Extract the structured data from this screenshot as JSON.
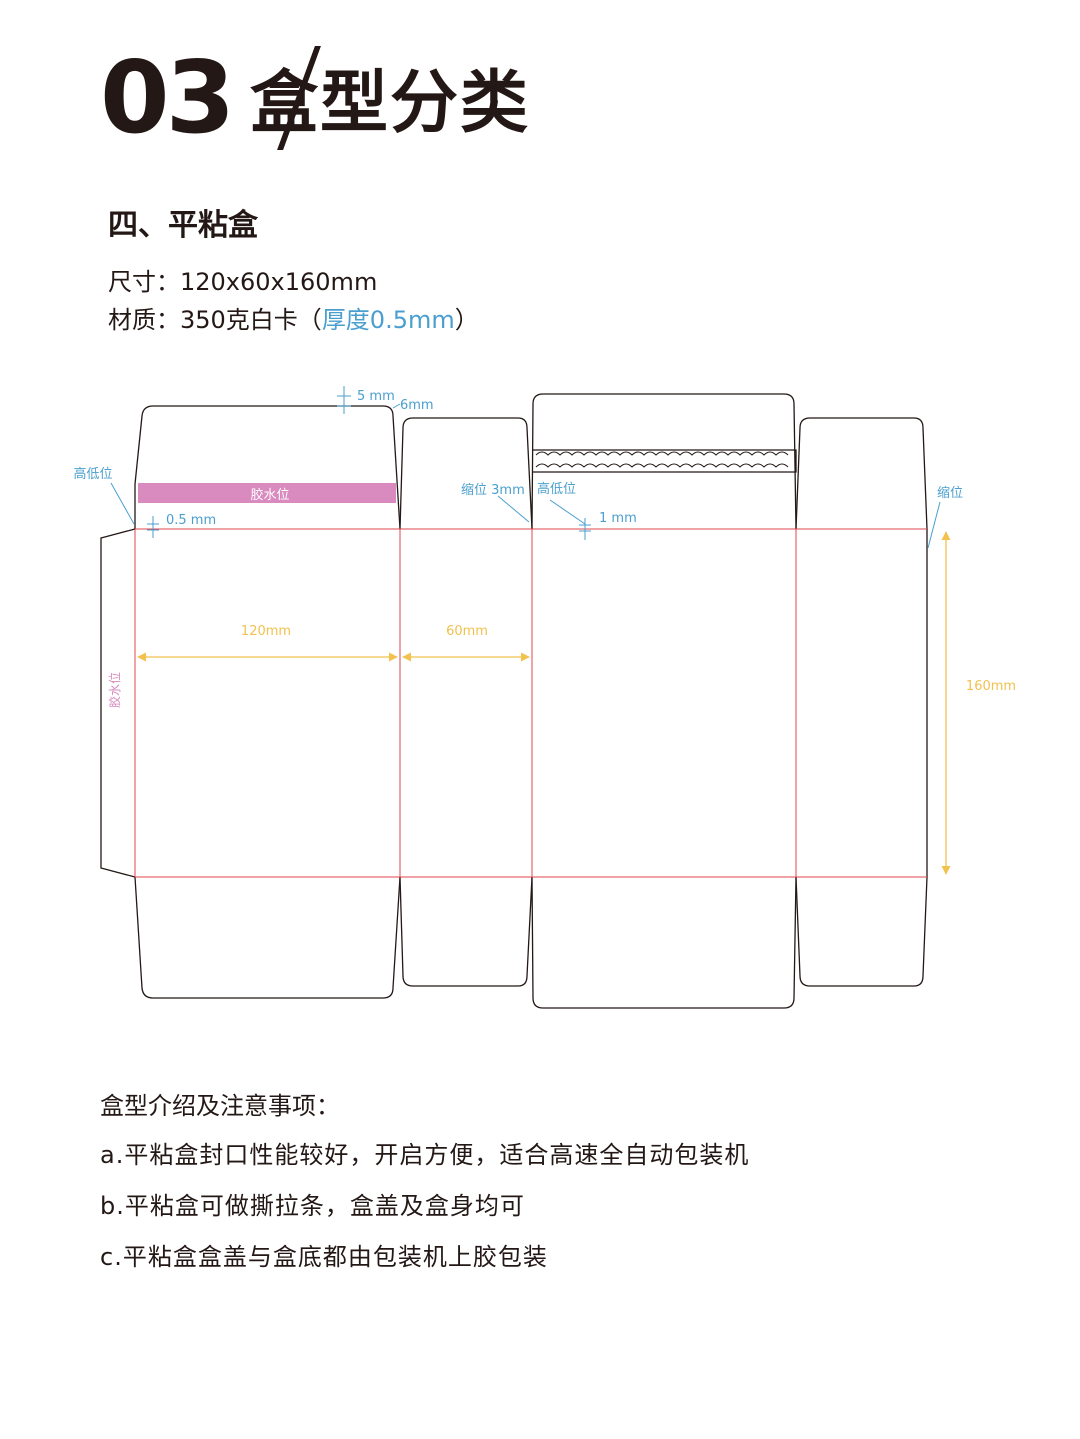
{
  "header": {
    "number": "03",
    "title": "盒型分类"
  },
  "section": {
    "title": "四、平粘盒",
    "size_text": "尺寸：120x60x160mm",
    "material_prefix": "材质：350克白卡（",
    "material_highlight": "厚度0.5mm",
    "material_suffix": "）"
  },
  "diagram": {
    "labels": {
      "glue_top": "胶水位",
      "glue_side": "胶水位",
      "height_offset_left": "高低位",
      "height_offset_mid": "高低位",
      "shrink_mid": "缩位 3mm",
      "shrink_right": "缩位",
      "dim_5mm": "5 mm",
      "dim_6mm": "6mm",
      "dim_05mm": "0.5 mm",
      "dim_1mm": "1 mm",
      "width_120": "120mm",
      "width_60": "60mm",
      "height_160": "160mm"
    },
    "colors": {
      "outline": "#231815",
      "fold": "#e0474c",
      "glue": "#d98bc0",
      "dimension": "#f2c14e",
      "annotation": "#4a9fcf"
    }
  },
  "notes": {
    "heading": "盒型介绍及注意事项：",
    "items": [
      "a.平粘盒封口性能较好，开启方便，适合高速全自动包装机",
      "b.平粘盒可做撕拉条，盒盖及盒身均可",
      "c.平粘盒盒盖与盒底都由包装机上胶包装"
    ]
  }
}
